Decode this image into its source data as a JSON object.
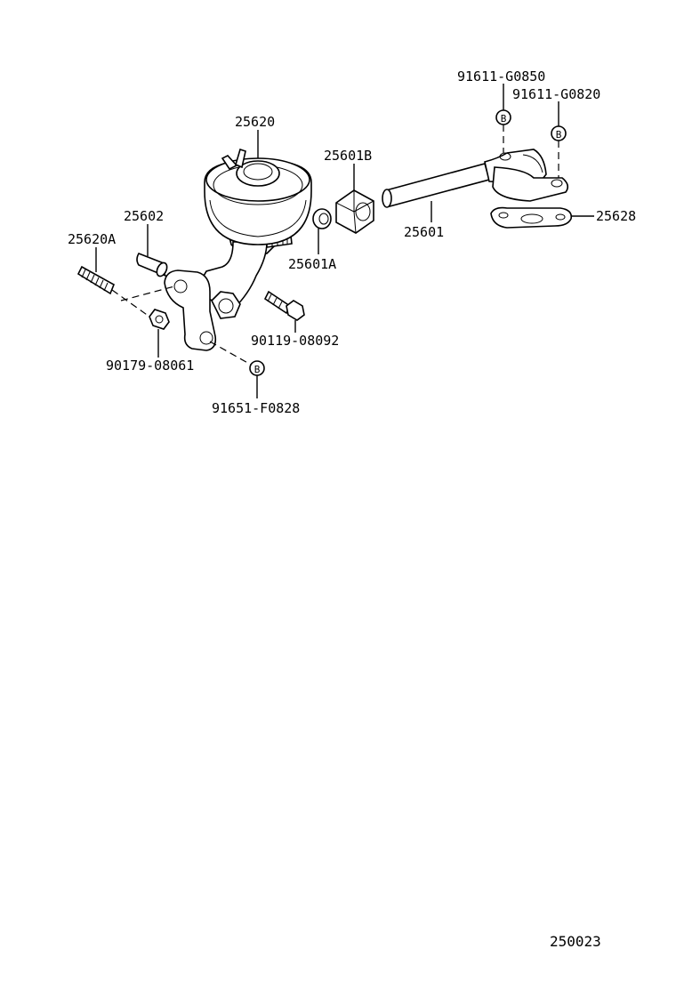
{
  "labels": {
    "p25620": "25620",
    "p25601B": "25601B",
    "p25602": "25602",
    "p25620A": "25620A",
    "p25601A": "25601A",
    "p25601": "25601",
    "p25628": "25628",
    "p91611_G0850": "91611-G0850",
    "p91611_G0820": "91611-G0820",
    "p90119_08092": "90119-08092",
    "p90179_08061": "90179-08061",
    "p91651_F0828": "91651-F0828"
  },
  "marker_letter": "B",
  "diagram_id": "250023"
}
